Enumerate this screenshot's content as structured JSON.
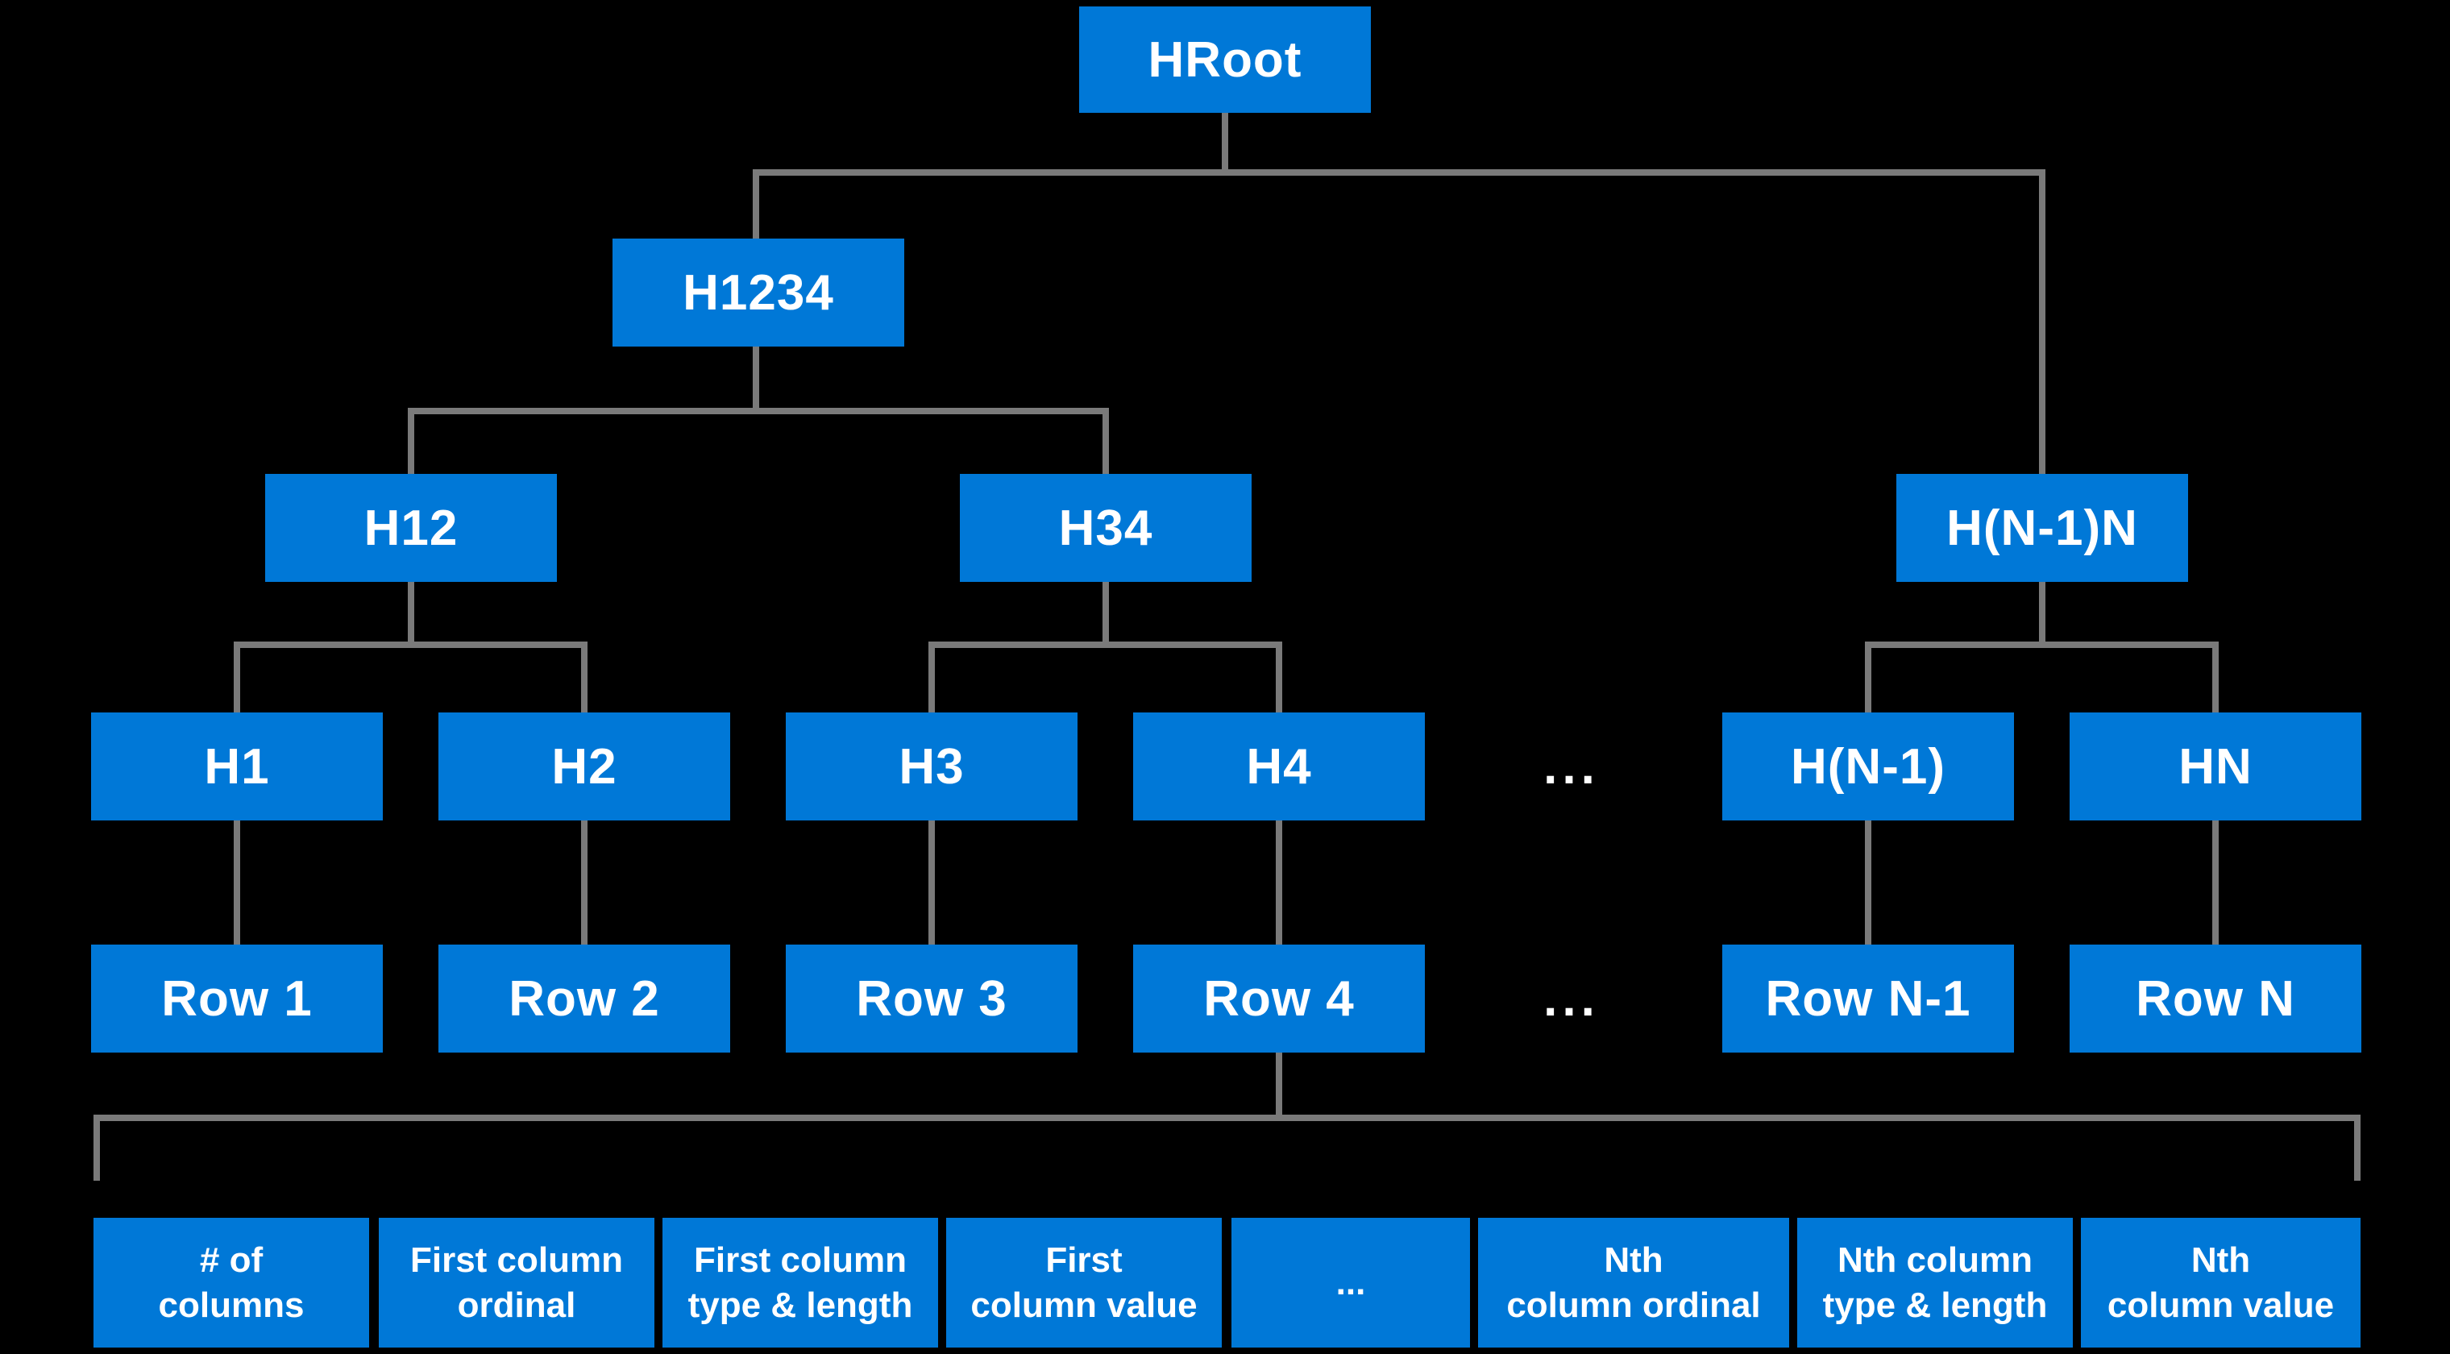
{
  "colors": {
    "background": "#000000",
    "node_fill": "#0078D7",
    "connector": "#7A7A7A",
    "label_text": "#FFFFFF"
  },
  "tree": {
    "root": "HRoot",
    "level2": "H1234",
    "level3": [
      "H12",
      "H34",
      "H(N-1)N"
    ],
    "hash_leaves": [
      "H1",
      "H2",
      "H3",
      "H4",
      "H(N-1)",
      "HN"
    ],
    "hash_ellipsis": "...",
    "rows": [
      "Row 1",
      "Row 2",
      "Row 3",
      "Row 4",
      "Row N-1",
      "Row N"
    ],
    "row_ellipsis": "..."
  },
  "row_fields": {
    "cells": [
      "# of\ncolumns",
      "First column\nordinal",
      "First column\ntype & length",
      "First\ncolumn value",
      "...",
      "Nth\ncolumn ordinal",
      "Nth column\ntype & length",
      "Nth\ncolumn value"
    ]
  }
}
